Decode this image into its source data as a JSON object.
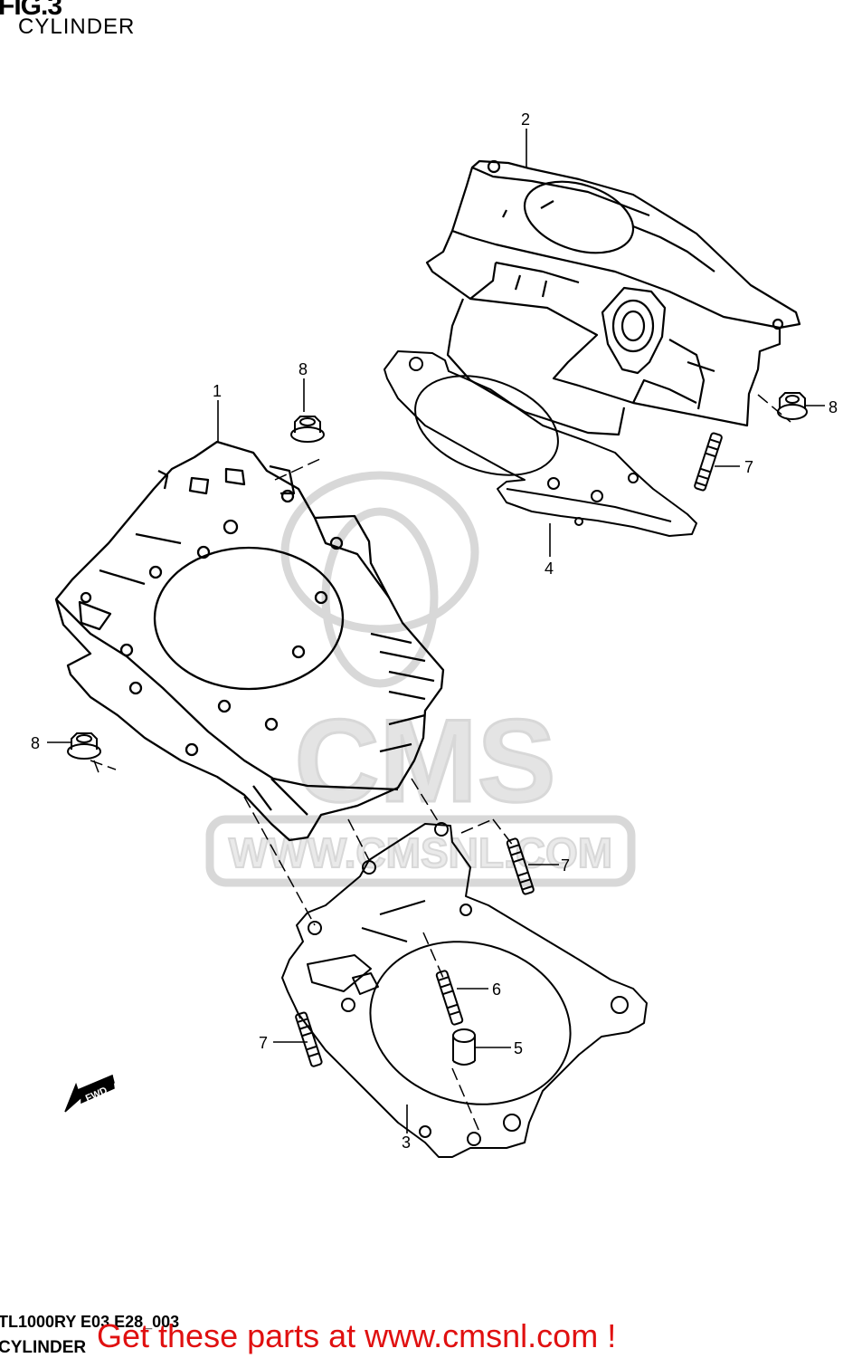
{
  "figure": {
    "title": "FIG.3",
    "subtitle": "CYLINDER"
  },
  "callouts": [
    "1",
    "2",
    "3",
    "4",
    "5",
    "6",
    "7",
    "7",
    "7",
    "7",
    "8",
    "8",
    "8"
  ],
  "fwd_label": "FWD",
  "watermark": {
    "brand": "CMS",
    "url": "WWW.CMSNL.COM"
  },
  "footer": {
    "code": "TL1000RY E03 E28_003",
    "subtitle": "CYLINDER",
    "promo": "Get these parts at www.cmsnl.com !"
  },
  "colors": {
    "line": "#000000",
    "promo": "#e01010",
    "watermark": "#cfcfcf"
  }
}
